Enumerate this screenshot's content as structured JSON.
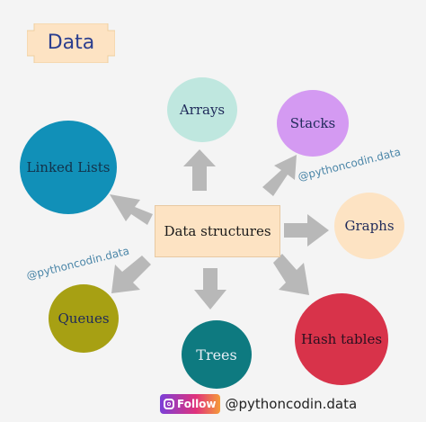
{
  "title": "Data",
  "center": {
    "label": "Data structures"
  },
  "nodes": {
    "arrays": {
      "label": "Arrays",
      "color": "#bfe7df"
    },
    "stacks": {
      "label": "Stacks",
      "color": "#d49af2"
    },
    "linked_lists": {
      "label": "Linked Lists",
      "color": "#1190b8"
    },
    "graphs": {
      "label": "Graphs",
      "color": "#fde3c3"
    },
    "queues": {
      "label": "Queues",
      "color": "#a7a013"
    },
    "trees": {
      "label": "Trees",
      "color": "#0e7a80"
    },
    "hash_tables": {
      "label": "Hash tables",
      "color": "#d8334a"
    }
  },
  "watermarks": [
    "@pythoncodin.data",
    "@pythoncodin.data"
  ],
  "footer": {
    "follow_label": "Follow",
    "handle": "@pythoncodin.data"
  },
  "colors": {
    "arrow": "#b8b8b8",
    "title_bg": "#fde3c3",
    "title_text": "#2b3f8f"
  }
}
